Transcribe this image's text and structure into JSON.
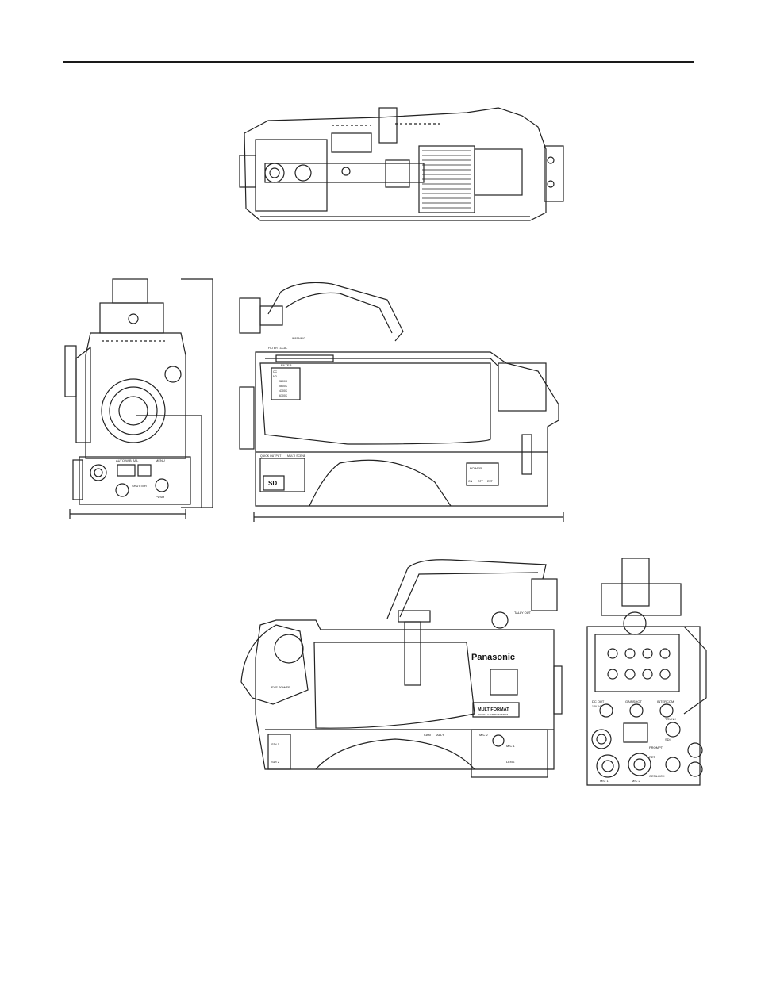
{
  "page": {
    "title": ""
  },
  "top_view": {
    "labels": []
  },
  "front_view": {
    "labels": [
      "AUTO W/B BAL",
      "MENU",
      "SHUTTER",
      "PUSH"
    ]
  },
  "left_side_view": {
    "labels": [
      "FILTER",
      "CC",
      "ND",
      "3200K",
      "5600K",
      "4300K",
      "6300K",
      "POWER",
      "ON",
      "OFF",
      "EXT",
      "FILTER LOCAL",
      "WARNING",
      "QUICK OUTPUT",
      "MULTI SCENE",
      "SD"
    ]
  },
  "right_side_view": {
    "brand": "Panasonic",
    "badge_title": "MULTIFORMAT",
    "badge_sub": "DIGITAL CAMERA SYSTEM",
    "labels": [
      "EVF POWER",
      "TALLY OUT",
      "MIC 1",
      "MIC 2",
      "LENS",
      "SDI 1",
      "SDI 2",
      "CAM",
      "TALLY"
    ]
  },
  "rear_view": {
    "labels": [
      "DC OUT",
      "12V 1A",
      "GAINSHOT",
      "INTERCOM",
      "TRUNK",
      "SDI",
      "MIC 1",
      "MIC 2",
      "PROMPT",
      "RET",
      "GENLOCK"
    ]
  }
}
